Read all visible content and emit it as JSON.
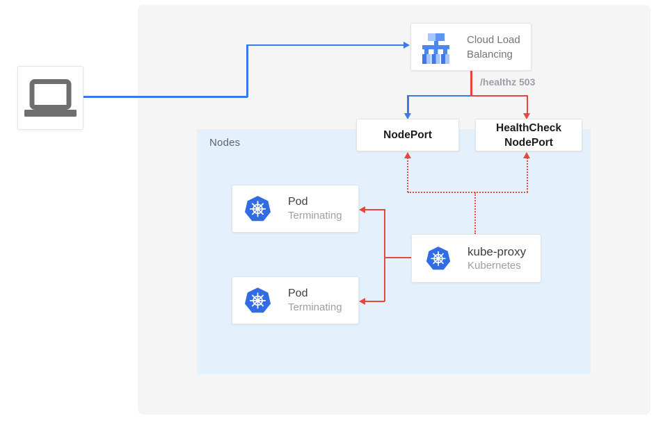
{
  "colors": {
    "flow_blue": "#3c78e7",
    "flow_red": "#e8453c",
    "kubernetes_blue": "#326ce5",
    "canvas_gray": "#f5f5f5",
    "nodes_panel_blue": "#e4f1fc"
  },
  "client": {
    "icon": "laptop-icon"
  },
  "cloud_load_balancing": {
    "icon": "cloud-load-balancing-icon",
    "label": "Cloud Load Balancing"
  },
  "health_check": {
    "label": "/healthz 503"
  },
  "node_port": {
    "label": "NodePort"
  },
  "health_check_node_port": {
    "label": "HealthCheck NodePort"
  },
  "nodes_panel": {
    "label": "Nodes"
  },
  "pods": [
    {
      "icon": "kubernetes-icon",
      "title": "Pod",
      "subtitle": "Terminating"
    },
    {
      "icon": "kubernetes-icon",
      "title": "Pod",
      "subtitle": "Terminating"
    }
  ],
  "kube_proxy": {
    "icon": "kubernetes-icon",
    "title": "kube-proxy",
    "subtitle": "Kubernetes"
  }
}
